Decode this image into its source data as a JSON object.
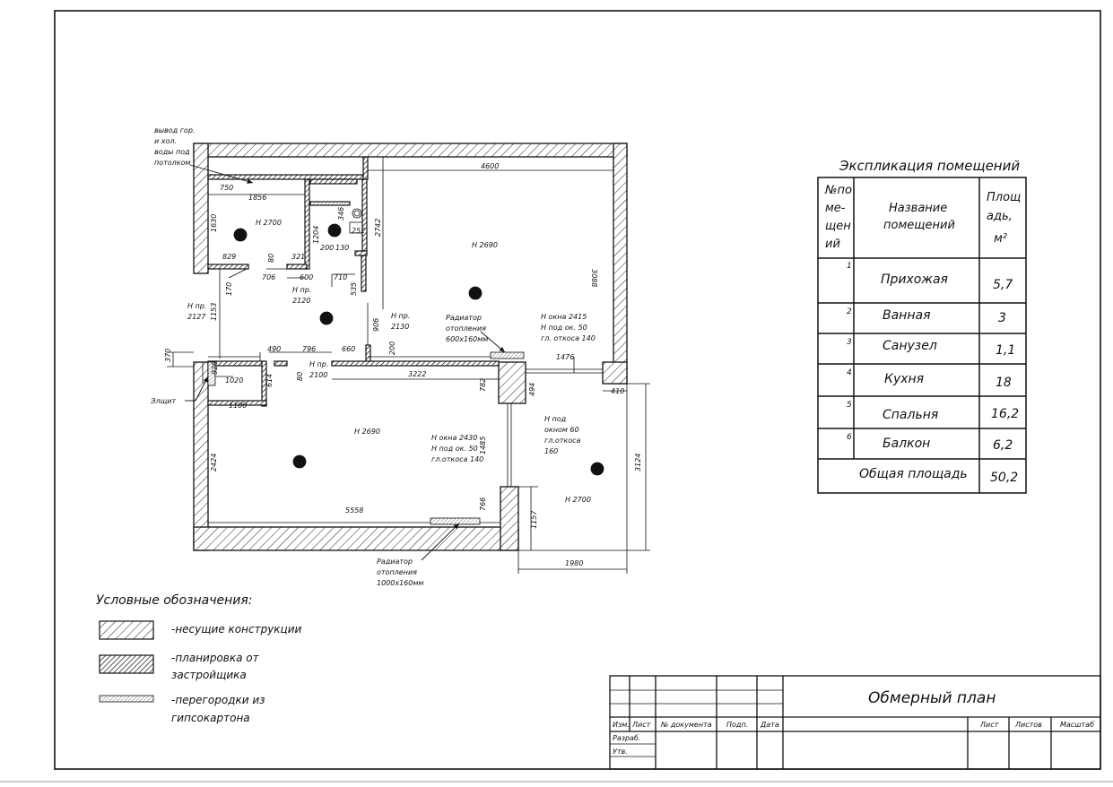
{
  "legend": {
    "title": "Условные обозначения:",
    "items": [
      "-несущие конструкции",
      "-планировка от",
      "застройщика",
      "-перегородки из",
      "гипсокартона"
    ]
  },
  "explication": {
    "title": "Экспликация помещений",
    "headers": {
      "num": [
        "№по",
        "ме-",
        "щен",
        "ий"
      ],
      "name": [
        "Название",
        "помещений"
      ],
      "area": [
        "Площ",
        "адь,",
        "м²"
      ]
    },
    "rooms": [
      {
        "n": "1",
        "name": "Прихожая",
        "area": "5,7"
      },
      {
        "n": "2",
        "name": "Ванная",
        "area": "3"
      },
      {
        "n": "3",
        "name": "Санузел",
        "area": "1,1"
      },
      {
        "n": "4",
        "name": "Кухня",
        "area": "18"
      },
      {
        "n": "5",
        "name": "Спальня",
        "area": "16,2"
      },
      {
        "n": "6",
        "name": "Балкон",
        "area": "6,2"
      }
    ],
    "total_label": "Общая площадь",
    "total_area": "50,2"
  },
  "titleblock": {
    "title": "Обмерный план",
    "cols": [
      "Изм.",
      "Лист",
      "№ документа",
      "Подп.",
      "Дата"
    ],
    "rows": [
      "Разраб.",
      "Утв."
    ],
    "right_cols": [
      "Лист",
      "Листов",
      "Масштаб"
    ]
  },
  "plan": {
    "notes": {
      "water": [
        "вывод гор.",
        "и хол.",
        "воды под",
        "потолком"
      ],
      "shield": "Элщит",
      "rad1": [
        "Радиатор",
        "отопления",
        "600х160мм"
      ],
      "rad2": [
        "Радиатор",
        "отопления",
        "1000х160мм"
      ],
      "h2700_bath": "Н 2700",
      "h2690_kitchen": "Н 2690",
      "h2690_bed": "Н 2690",
      "h2700_balc": "Н 2700",
      "h_pr_2127": [
        "Н пр.",
        "2127"
      ],
      "h_pr_2120": [
        "Н пр.",
        "2120"
      ],
      "h_pr_2130": [
        "Н пр.",
        "2130"
      ],
      "h_pr_2100": [
        "Н пр.",
        "2100"
      ],
      "win_kitchen": [
        "Н окна 2415",
        "Н под ок. 50",
        "гл. откоса 140"
      ],
      "win_bed": [
        "Н окна 2430",
        "Н под ок. 50",
        "гл.откоса 140"
      ],
      "win_balc": [
        "Н под",
        "окном 60",
        "гл.откоса",
        "160"
      ]
    },
    "room_numbers": [
      "1",
      "2",
      "3",
      "4",
      "5",
      "6"
    ],
    "dims": {
      "d4600": "4600",
      "d750": "750",
      "d1856": "1856",
      "d1630": "1630",
      "d829": "829",
      "d80a": "80",
      "d321": "321",
      "d706": "706",
      "d600": "600",
      "d200": "200",
      "d130": "130",
      "d710": "710",
      "d535": "535",
      "d1204": "1204",
      "d346": "346",
      "d252": "252",
      "d2742": "2742",
      "d3088": "3088",
      "d170": "170",
      "d1153": "1153",
      "d906": "906",
      "d200b": "200",
      "d370": "370",
      "d926": "926",
      "d490": "490",
      "d796": "796",
      "d660": "660",
      "d1476": "1476",
      "d1020": "1020",
      "d614": "614",
      "d80b": "80",
      "d3222": "3222",
      "d1100": "1100",
      "d782": "782",
      "d494": "494",
      "d410": "410",
      "d3124": "3124",
      "d2424": "2424",
      "d1485": "1485",
      "d5558": "5558",
      "d766": "766",
      "d1157": "1157",
      "d1980": "1980"
    }
  }
}
